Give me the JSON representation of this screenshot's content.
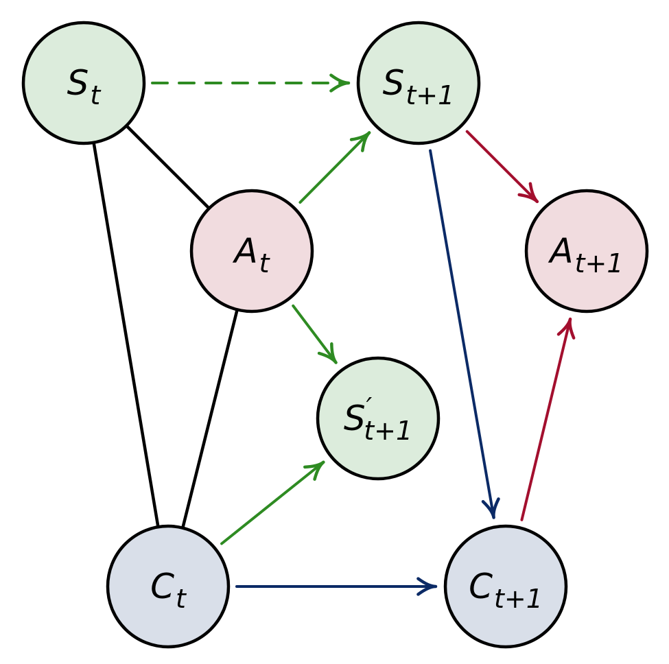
{
  "colors": {
    "state_fill": "#dcecdc",
    "action_fill": "#f1dcdf",
    "context_fill": "#d9dfe9",
    "undirected_edge": "#000000",
    "green_edge": "#2e8b22",
    "blue_edge": "#0b2a66",
    "red_edge": "#a30f2e"
  },
  "nodes": [
    {
      "id": "S_t",
      "name": "node-s-t",
      "main": "S",
      "sub": "t",
      "prime": "",
      "kind": "state"
    },
    {
      "id": "S_t1",
      "name": "node-s-t-plus-1",
      "main": "S",
      "sub": "t+1",
      "prime": "",
      "kind": "state"
    },
    {
      "id": "A_t",
      "name": "node-a-t",
      "main": "A",
      "sub": "t",
      "prime": "",
      "kind": "action"
    },
    {
      "id": "A_t1",
      "name": "node-a-t-plus-1",
      "main": "A",
      "sub": "t+1",
      "prime": "",
      "kind": "action"
    },
    {
      "id": "Sp_t1",
      "name": "node-s-prime-t-plus-1",
      "main": "S",
      "sub": "t+1",
      "prime": "′",
      "kind": "state"
    },
    {
      "id": "C_t",
      "name": "node-c-t",
      "main": "C",
      "sub": "t",
      "prime": "",
      "kind": "context"
    },
    {
      "id": "C_t1",
      "name": "node-c-t-plus-1",
      "main": "C",
      "sub": "t+1",
      "prime": "",
      "kind": "context"
    }
  ],
  "edges": [
    {
      "name": "edge-s-t-to-a-t",
      "from": "S_t",
      "to": "A_t",
      "style": "undirected",
      "color": "undirected_edge",
      "dashed": false
    },
    {
      "name": "edge-s-t-to-c-t",
      "from": "S_t",
      "to": "C_t",
      "style": "undirected",
      "color": "undirected_edge",
      "dashed": false
    },
    {
      "name": "edge-a-t-to-c-t",
      "from": "A_t",
      "to": "C_t",
      "style": "undirected",
      "color": "undirected_edge",
      "dashed": false
    },
    {
      "name": "edge-s-t-to-s-t1",
      "from": "S_t",
      "to": "S_t1",
      "style": "arrow",
      "color": "green_edge",
      "dashed": true
    },
    {
      "name": "edge-a-t-to-s-t1",
      "from": "A_t",
      "to": "S_t1",
      "style": "arrow",
      "color": "green_edge",
      "dashed": false
    },
    {
      "name": "edge-a-t-to-sp-t1",
      "from": "A_t",
      "to": "Sp_t1",
      "style": "arrow",
      "color": "green_edge",
      "dashed": false
    },
    {
      "name": "edge-c-t-to-sp-t1",
      "from": "C_t",
      "to": "Sp_t1",
      "style": "arrow",
      "color": "green_edge",
      "dashed": false
    },
    {
      "name": "edge-c-t-to-c-t1",
      "from": "C_t",
      "to": "C_t1",
      "style": "arrow",
      "color": "blue_edge",
      "dashed": false
    },
    {
      "name": "edge-s-t1-to-c-t1",
      "from": "S_t1",
      "to": "C_t1",
      "style": "arrow",
      "color": "blue_edge",
      "dashed": false
    },
    {
      "name": "edge-s-t1-to-a-t1",
      "from": "S_t1",
      "to": "A_t1",
      "style": "arrow",
      "color": "red_edge",
      "dashed": false
    },
    {
      "name": "edge-c-t1-to-a-t1",
      "from": "C_t1",
      "to": "A_t1",
      "style": "arrow",
      "color": "red_edge",
      "dashed": false
    }
  ]
}
